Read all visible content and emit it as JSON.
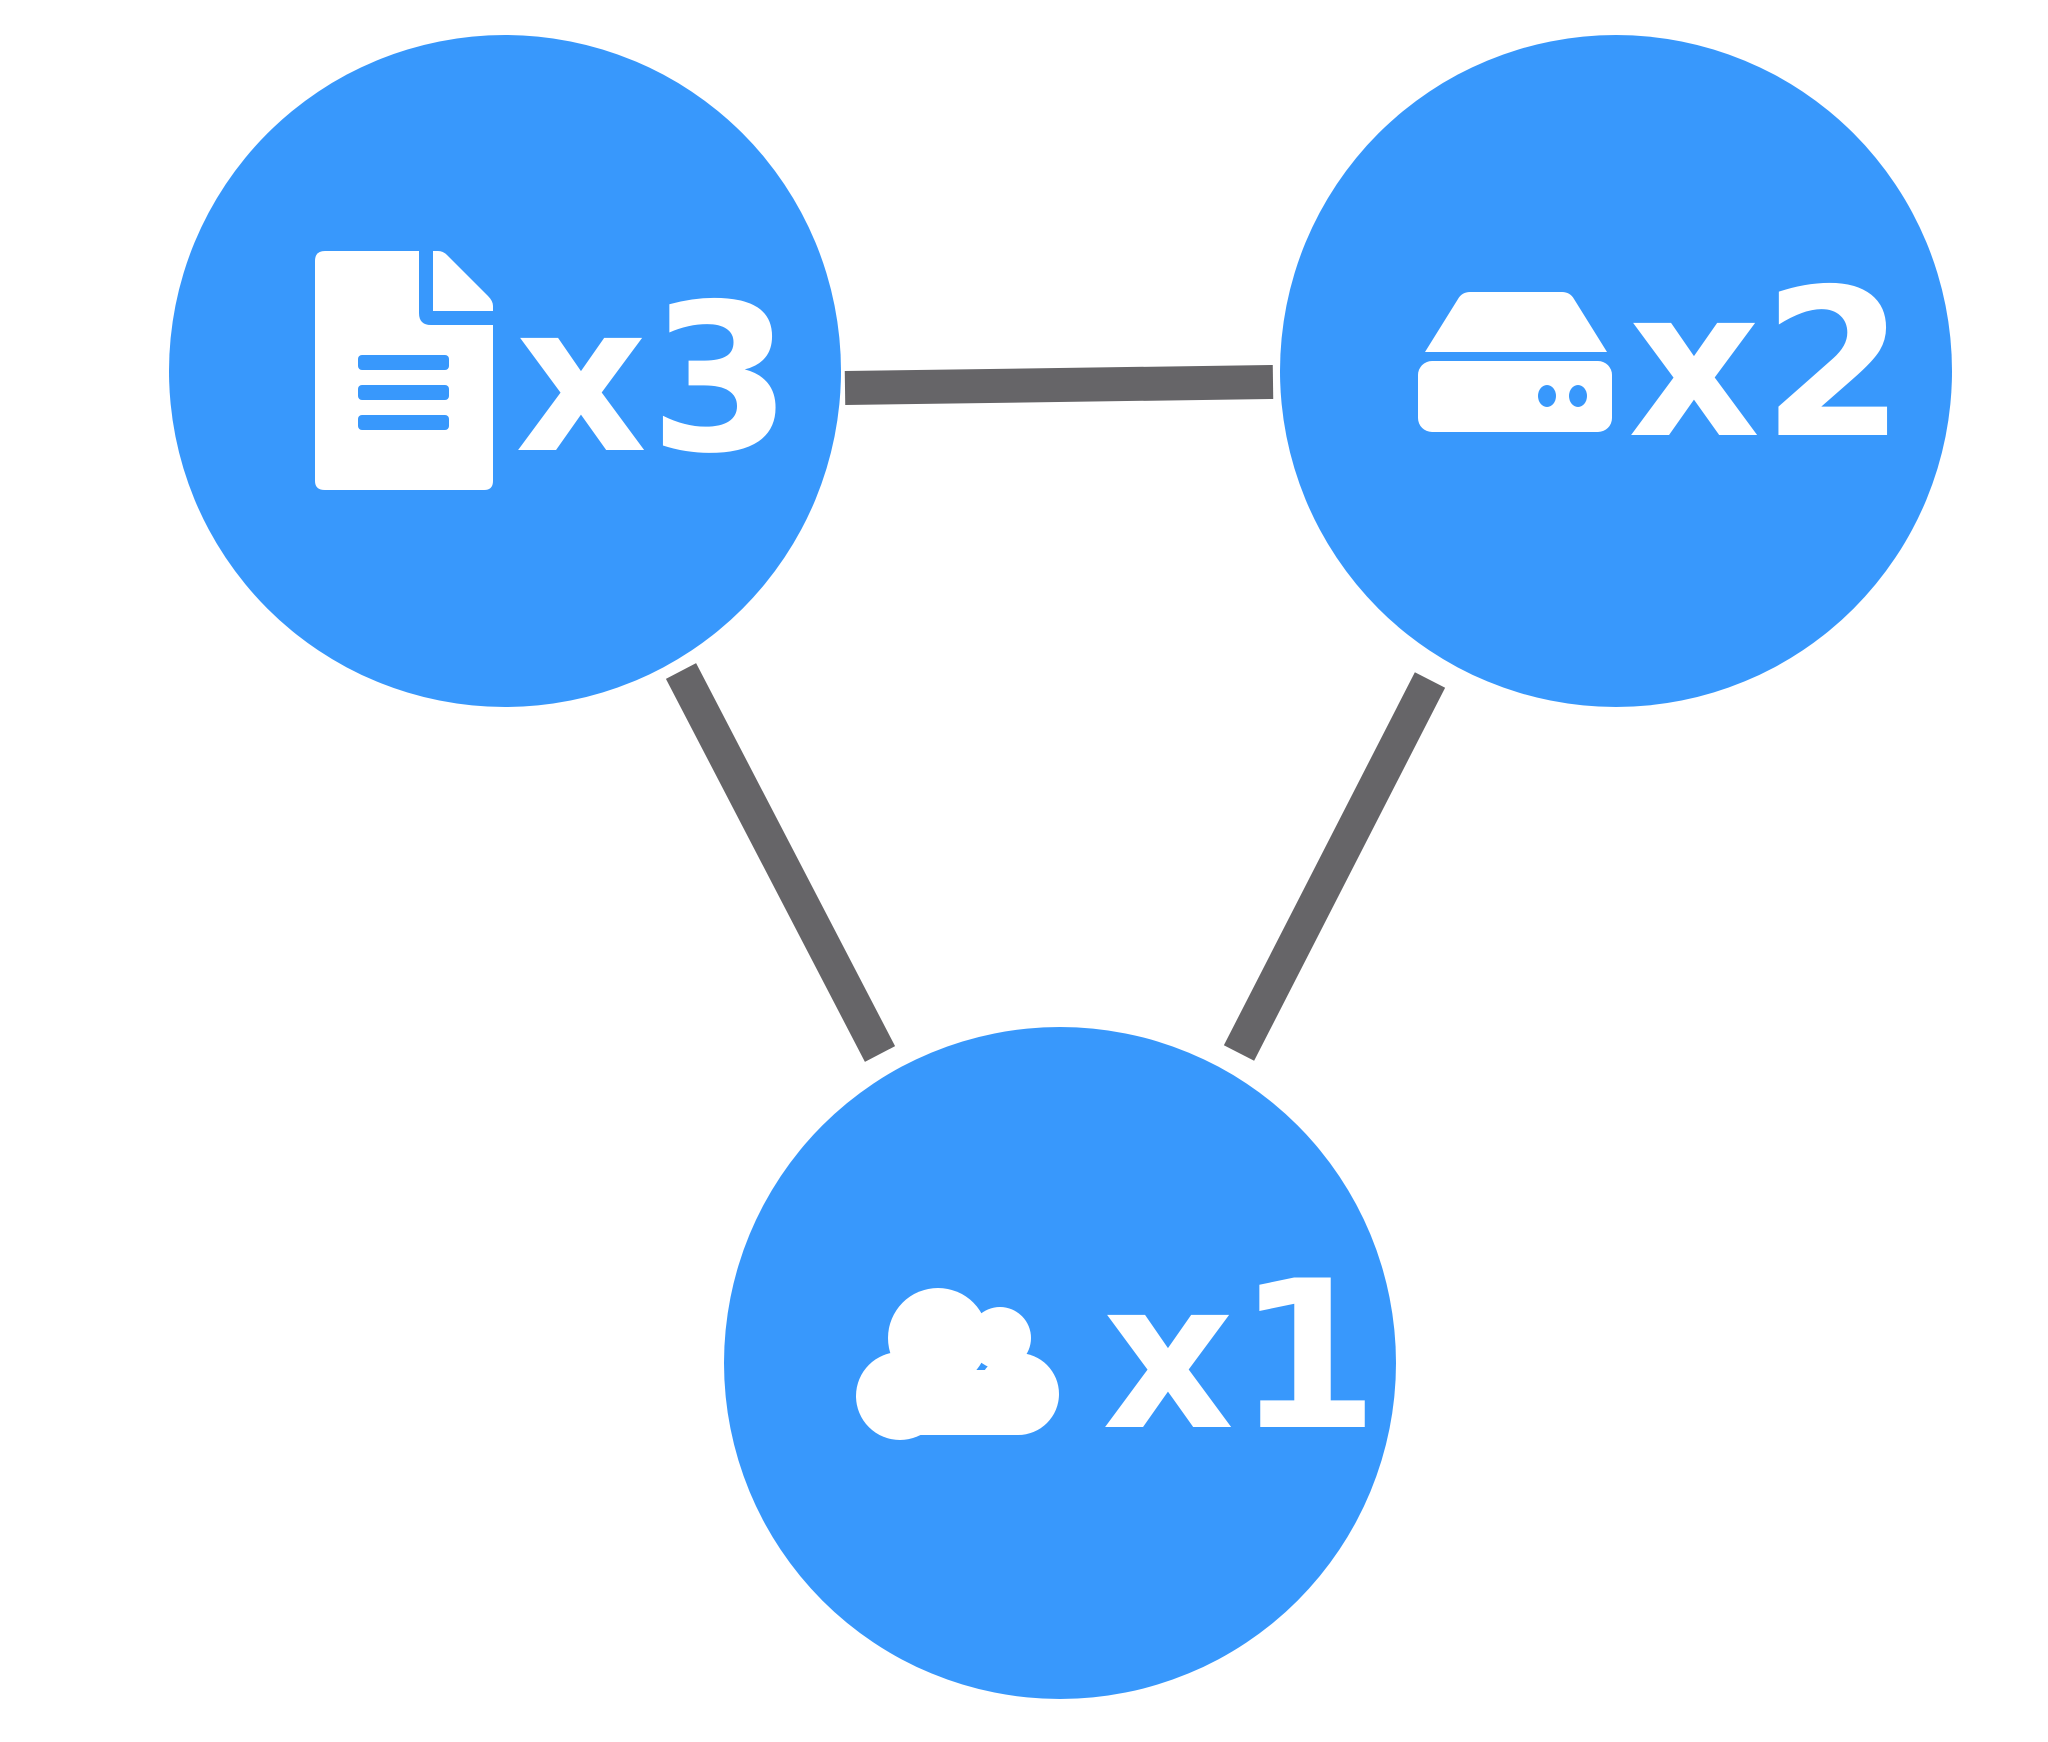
{
  "colors": {
    "node_fill": "#3898fc",
    "edge": "#666568",
    "icon": "#ffffff",
    "background": "#ffffff"
  },
  "nodes": [
    {
      "id": "document",
      "icon": "document-icon",
      "label": "x3"
    },
    {
      "id": "server",
      "icon": "server-drive-icon",
      "label": "x2"
    },
    {
      "id": "cloud",
      "icon": "cloud-icon",
      "label": "x1"
    }
  ],
  "edges": [
    {
      "from": "document",
      "to": "server"
    },
    {
      "from": "document",
      "to": "cloud"
    },
    {
      "from": "server",
      "to": "cloud"
    }
  ]
}
